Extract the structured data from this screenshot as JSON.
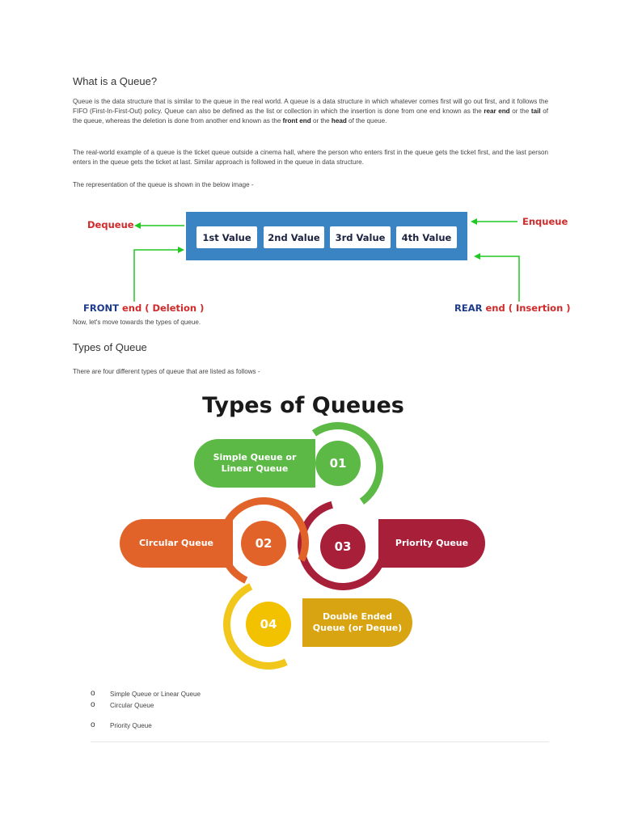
{
  "section1": {
    "heading": "What is a Queue?",
    "p1": {
      "t1": "Queue is the data structure that is similar to the queue in the real world. A queue is a data structure in which whatever comes first will go out first, and it follows the FIFO (First-In-First-Out) policy. Queue can also be defined as the list or collection in which the insertion is done from one end known as the ",
      "b1": "rear end",
      "t2": " or the ",
      "b2": "tail",
      "t3": " of the queue, whereas the deletion is done from another end known as the ",
      "b3": "front end",
      "t4": " or the ",
      "b4": "head",
      "t5": " of the queue."
    },
    "p2": "The real-world example of a queue is the ticket queue outside a cinema hall, where the person who enters first in the queue gets the ticket first, and the last person enters in the queue gets the ticket at last. Similar approach is followed in the queue in data structure.",
    "p3": "The representation of the queue is shown in the below image -",
    "p4": "Now, let's move towards the types of queue."
  },
  "queue_figure": {
    "cells": [
      "1st Value",
      "2nd Value",
      "3rd Value",
      "4th Value"
    ],
    "dequeue": "Dequeue",
    "enqueue": "Enqueue",
    "front_word": "FRONT",
    "front_rest": "end ( Deletion )",
    "rear_word": "REAR",
    "rear_rest": "end ( Insertion )",
    "colors": {
      "box": "#3b84c3",
      "arrow": "#22c822",
      "label_red": "#d12a2a",
      "label_blue": "#1e3a8a"
    }
  },
  "section2": {
    "heading": "Types of Queue",
    "intro": "There are four different types of queue that are listed as follows -"
  },
  "types_figure": {
    "title": "Types of Queues",
    "items": [
      {
        "num": "01",
        "label_line1": "Simple Queue or",
        "label_line2": "Linear Queue",
        "color": "#5cb946"
      },
      {
        "num": "02",
        "label_line1": "Circular Queue",
        "label_line2": "",
        "color": "#e2632a"
      },
      {
        "num": "03",
        "label_line1": "Priority Queue",
        "label_line2": "",
        "color": "#a81f3a"
      },
      {
        "num": "04",
        "label_line1": "Double Ended",
        "label_line2": "Queue (or Deque)",
        "color": "#d8a412"
      }
    ]
  },
  "list": {
    "bullet": "o",
    "items": [
      "Simple Queue or Linear Queue",
      "Circular Queue",
      "Priority Queue"
    ]
  }
}
